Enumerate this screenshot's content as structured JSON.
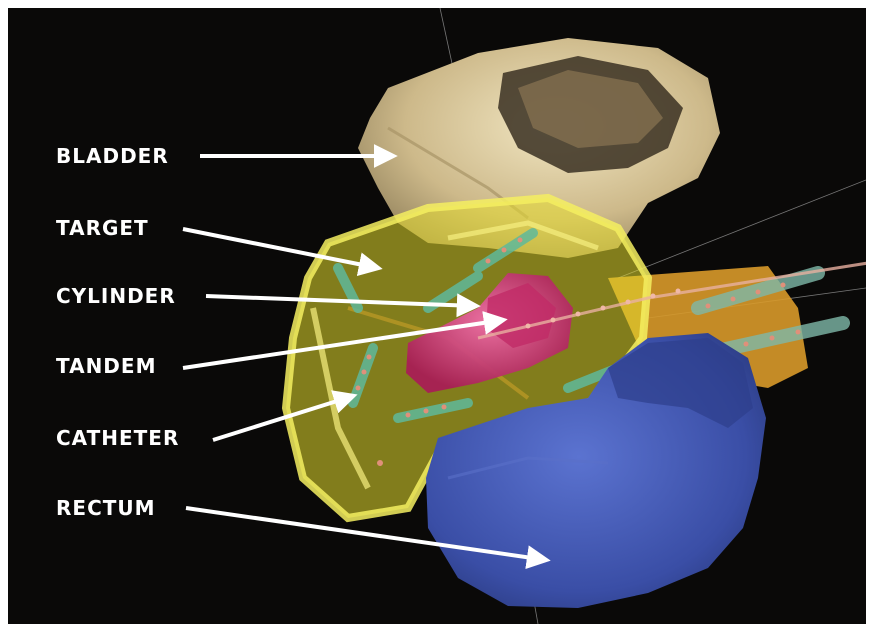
{
  "labels": {
    "bladder": "BLADDER",
    "target": "TARGET",
    "cylinder": "CYLINDER",
    "tandem": "TANDEM",
    "catheter": "CATHETER",
    "rectum": "RECTUM"
  },
  "colors": {
    "background": "#0a0908",
    "bladder": "#d9c89a",
    "target": "#e6dc2e",
    "cylinder": "#d8306f",
    "rectum": "#3f55b0",
    "catheter": "#5fb89a",
    "tandem_dots": "#e0a090",
    "label_text": "#ffffff",
    "arrow": "#ffffff"
  }
}
